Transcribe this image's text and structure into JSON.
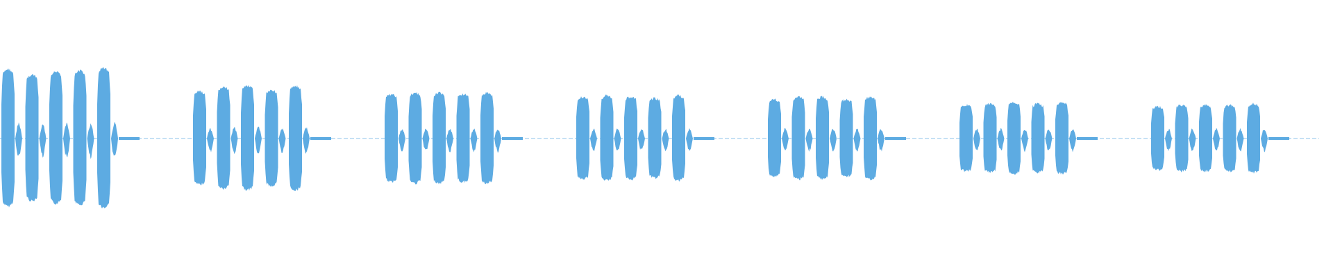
{
  "chart_data": {
    "type": "area",
    "title": "",
    "xlabel": "",
    "ylabel": "",
    "ylim": [
      -1,
      1
    ],
    "grid": false,
    "color": "#5dabe2",
    "groups": [
      {
        "bursts": [
          0.5,
          0.46,
          0.48,
          0.49,
          0.51
        ]
      },
      {
        "bursts": [
          0.34,
          0.37,
          0.38,
          0.35,
          0.38
        ]
      },
      {
        "bursts": [
          0.32,
          0.33,
          0.33,
          0.32,
          0.33
        ]
      },
      {
        "bursts": [
          0.3,
          0.31,
          0.3,
          0.29,
          0.31
        ]
      },
      {
        "bursts": [
          0.28,
          0.3,
          0.3,
          0.28,
          0.3
        ]
      },
      {
        "bursts": [
          0.24,
          0.25,
          0.26,
          0.25,
          0.26
        ]
      },
      {
        "bursts": [
          0.23,
          0.24,
          0.24,
          0.24,
          0.25
        ]
      }
    ]
  }
}
